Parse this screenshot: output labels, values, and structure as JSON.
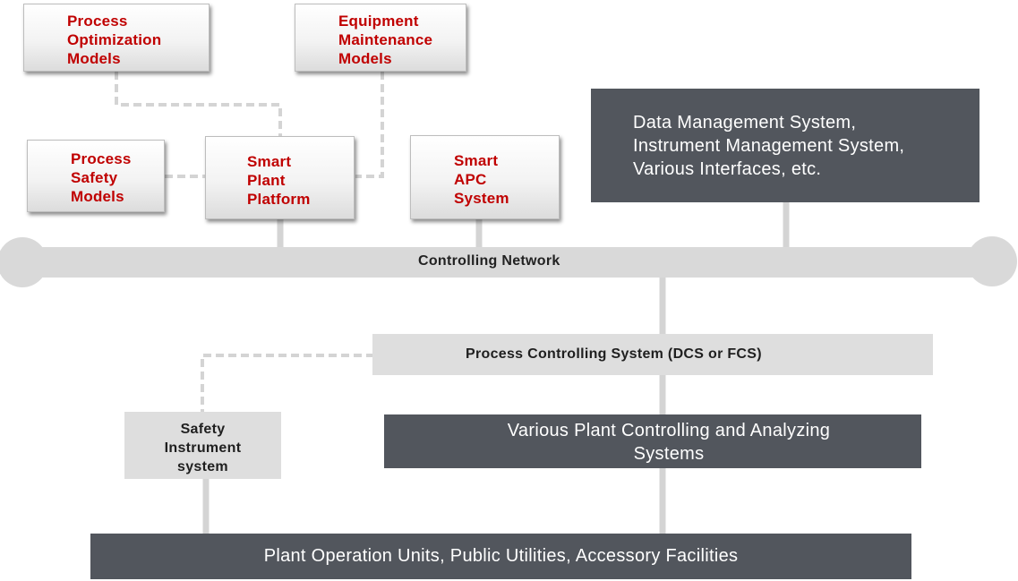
{
  "models": {
    "process_optimization": "Process\nOptimization\nModels",
    "equipment_maintenance": "Equipment\nMaintenance\nModels",
    "process_safety": "Process\nSafety\nModels",
    "smart_plant_platform": "Smart\nPlant\nPlatform",
    "smart_apc": "Smart\nAPC\nSystem"
  },
  "data_management": "Data Management System,\nInstrument Management System,\nVarious Interfaces, etc.",
  "controlling_network": "Controlling Network",
  "process_controlling_system": "Process Controlling System (DCS or FCS)",
  "safety_instrument": "Safety\nInstrument\nsystem",
  "various_plant_systems": "Various Plant Controlling and Analyzing\nSystems",
  "plant_operation": "Plant Operation Units, Public Utilities, Accessory Facilities",
  "colors": {
    "accent_red": "#c00000",
    "dark_box": "#52565d",
    "light_box": "#dedede",
    "network": "#d9d9d9"
  }
}
